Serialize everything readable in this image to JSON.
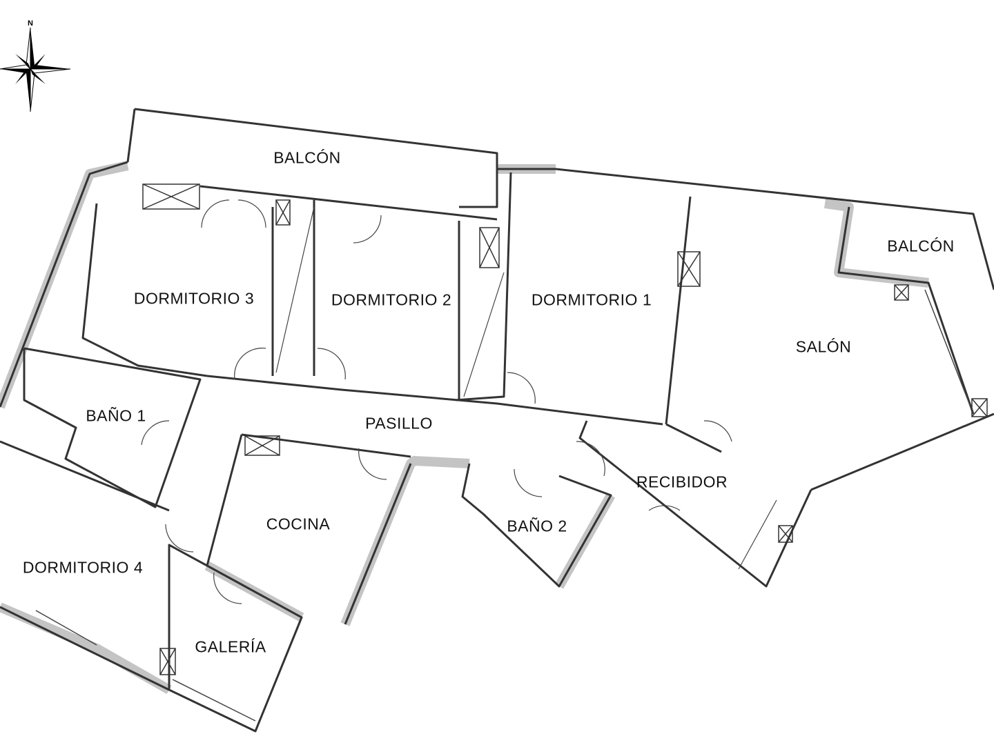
{
  "compass": {
    "label": "N",
    "icon": "compass-rose-icon"
  },
  "rooms": {
    "balcon_top": "BALCÓN",
    "balcon_right": "BALCÓN",
    "dormitorio3": "DORMITORIO 3",
    "dormitorio2": "DORMITORIO 2",
    "dormitorio1": "DORMITORIO 1",
    "salon": "SALÓN",
    "bano1": "BAÑO 1",
    "pasillo": "PASILLO",
    "cocina": "COCINA",
    "bano2": "BAÑO 2",
    "recibidor": "RECIBIDOR",
    "dormitorio4": "DORMITORIO 4",
    "galeria": "GALERÍA"
  }
}
